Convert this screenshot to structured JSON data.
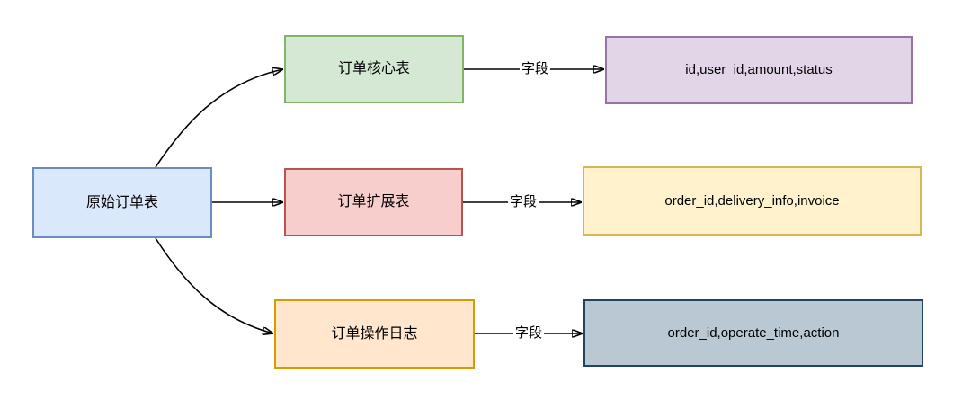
{
  "diagram": {
    "background_color": "#ffffff",
    "edge_color": "#000000",
    "text_color": "#000000",
    "source": {
      "label": "原始订单表",
      "fill": "#dae8fc",
      "stroke": "#6c8ebf"
    },
    "rows": [
      {
        "table_label": "订单核心表",
        "table_fill": "#d5e8d4",
        "table_stroke": "#82b366",
        "edge_label": "字段",
        "fields_label": "id,user_id,amount,status",
        "fields_fill": "#e1d5e7",
        "fields_stroke": "#9673a6"
      },
      {
        "table_label": "订单扩展表",
        "table_fill": "#f8cecc",
        "table_stroke": "#b85450",
        "edge_label": "字段",
        "fields_label": "order_id,delivery_info,invoice",
        "fields_fill": "#fff2cc",
        "fields_stroke": "#d6b656"
      },
      {
        "table_label": "订单操作日志",
        "table_fill": "#ffe6cc",
        "table_stroke": "#d79b00",
        "edge_label": "字段",
        "fields_label": "order_id,operate_time,action",
        "fields_fill": "#bac8d3",
        "fields_stroke": "#23445d"
      }
    ]
  }
}
